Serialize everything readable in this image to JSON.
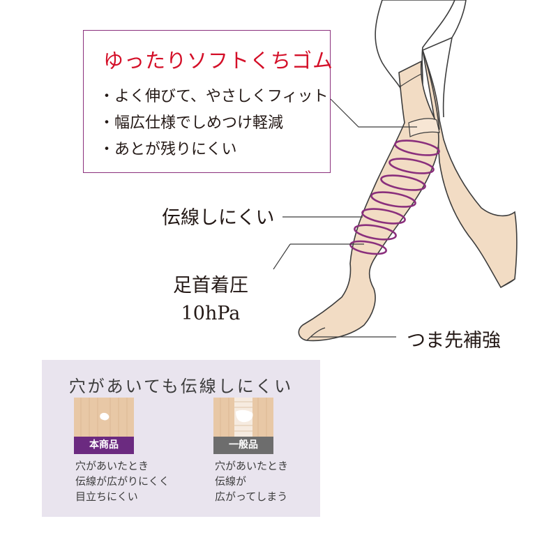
{
  "callout": {
    "title": "ゆったりソフトくちゴム",
    "points": [
      "・よく伸びて、やさしくフィット",
      "・幅広仕様でしめつけ軽減",
      "・あとが残りにくい"
    ]
  },
  "labels": {
    "run_resistant": "伝線しにくい",
    "ankle_pressure": "足首着圧",
    "pressure_value": "10hPa",
    "toe": "つま先補強"
  },
  "comparison": {
    "title": "穴があいても伝線しにくい",
    "items": [
      {
        "badge": "本商品",
        "lines": [
          "穴があいたとき",
          "伝線が広がりにくく",
          "目立ちにくい"
        ]
      },
      {
        "badge": "一般品",
        "lines": [
          "穴があいたとき",
          "伝線が",
          "広がってしまう"
        ]
      }
    ]
  },
  "colors": {
    "accent_purple": "#8a2f7c",
    "title_red": "#d40f28",
    "stocking_beige": "#f2dcc4",
    "skin": "#ffffff",
    "panel_bg": "#e9e4ee",
    "badge_product": "#6b2a80",
    "badge_general": "#6d6d6d"
  }
}
